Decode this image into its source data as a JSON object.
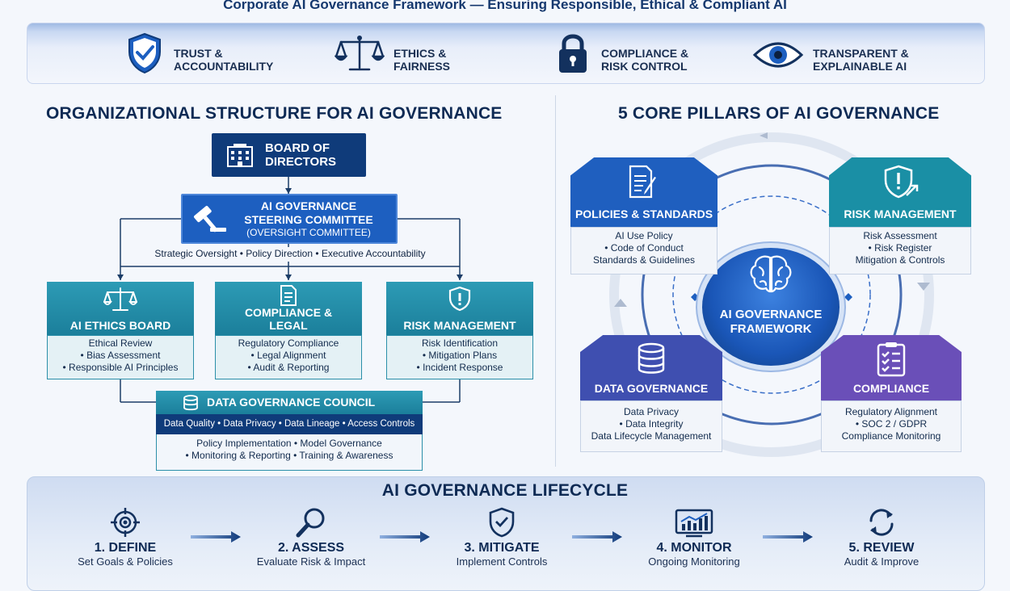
{
  "header": {
    "title": "Corporate AI Governance Framework — Ensuring Responsible, Ethical & Compliant AI"
  },
  "values": [
    {
      "line1": "TRUST &",
      "line2": "ACCOUNTABILITY",
      "icon": "shield-check-icon"
    },
    {
      "line1": "ETHICS &",
      "line2": "FAIRNESS",
      "icon": "scales-icon"
    },
    {
      "line1": "COMPLIANCE &",
      "line2": "RISK CONTROL",
      "icon": "padlock-icon"
    },
    {
      "line1": "TRANSPARENT &",
      "line2": "EXPLAINABLE AI",
      "icon": "eye-icon"
    }
  ],
  "org": {
    "title": "ORGANIZATIONAL STRUCTURE FOR AI GOVERNANCE",
    "board": {
      "line1": "BOARD OF",
      "line2": "DIRECTORS",
      "icon": "building-icon"
    },
    "steering": {
      "line1": "AI GOVERNANCE",
      "line2": "STEERING COMMITTEE",
      "line3": "(OVERSIGHT COMMITTEE)",
      "icon": "gavel-icon"
    },
    "oversight_note": "Strategic Oversight  •  Policy Direction  •  Executive Accountability",
    "units": [
      {
        "title": "AI ETHICS BOARD",
        "items": [
          "Ethical Review",
          "• Bias Assessment",
          "• Responsible AI Principles"
        ],
        "icon": "scales-icon"
      },
      {
        "title_line1": "COMPLIANCE &",
        "title_line2": "LEGAL",
        "items": [
          "Regulatory Compliance",
          "• Legal Alignment",
          "• Audit & Reporting"
        ],
        "icon": "document-icon"
      },
      {
        "title": "RISK MANAGEMENT",
        "items": [
          "Risk Identification",
          "• Mitigation Plans",
          "• Incident Response"
        ],
        "icon": "shield-alert-icon"
      }
    ],
    "council": {
      "title": "DATA GOVERNANCE COUNCIL",
      "bar": "Data Quality  •  Data Privacy  •  Data Lineage  •  Access Controls",
      "line1": "Policy Implementation  •  Model Governance",
      "line2": "•  Monitoring & Reporting  •  Training & Awareness",
      "icon": "database-icon"
    }
  },
  "pillars": {
    "title": "5 CORE PILLARS OF AI GOVERNANCE",
    "center": {
      "line1": "AI GOVERNANCE",
      "line2": "FRAMEWORK",
      "icon": "brain-icon"
    },
    "items": [
      {
        "title": "POLICIES & STANDARDS",
        "items": [
          "AI Use Policy",
          "• Code of Conduct",
          "Standards & Guidelines"
        ],
        "color": "#1f5fbf",
        "icon": "document-pen-icon"
      },
      {
        "title": "RISK MANAGEMENT",
        "items": [
          "Risk Assessment",
          "• Risk Register",
          "Mitigation & Controls"
        ],
        "color": "#1a8fa5",
        "icon": "shield-alert-icon"
      },
      {
        "title": "DATA GOVERNANCE",
        "items": [
          "Data Privacy",
          "• Data Integrity",
          "Data Lifecycle Management"
        ],
        "color": "#3f4fb0",
        "icon": "database-icon"
      },
      {
        "title": "COMPLIANCE",
        "items": [
          "Regulatory Alignment",
          "• SOC 2 / GDPR",
          "Compliance Monitoring"
        ],
        "color": "#6a4fb8",
        "icon": "checklist-icon"
      }
    ]
  },
  "lifecycle": {
    "title": "AI GOVERNANCE LIFECYCLE",
    "steps": [
      {
        "title": "1. DEFINE",
        "sub": "Set Goals & Policies",
        "icon": "target-icon"
      },
      {
        "title": "2. ASSESS",
        "sub": "Evaluate Risk & Impact",
        "icon": "magnifier-icon"
      },
      {
        "title": "3. MITIGATE",
        "sub": "Implement Controls",
        "icon": "shield-check-icon"
      },
      {
        "title": "4. MONITOR",
        "sub": "Ongoing Monitoring",
        "icon": "chart-monitor-icon"
      },
      {
        "title": "5. REVIEW",
        "sub": "Audit & Improve",
        "icon": "cycle-icon"
      }
    ]
  },
  "colors": {
    "navy": "#0f3b7a",
    "blue": "#1d5fc0",
    "teal": "#1b7f9b",
    "indigo": "#3f4fb0",
    "purple": "#6a4fb8"
  }
}
